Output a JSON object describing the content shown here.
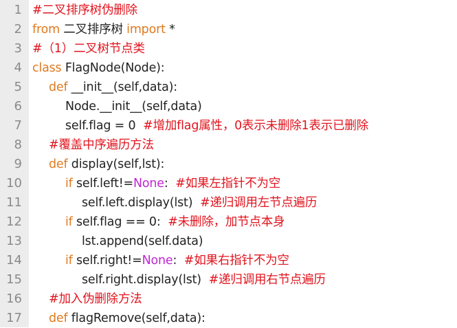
{
  "editor": {
    "colors": {
      "keyword": "#e07a1f",
      "comment": "#e0141e",
      "builtin": "#c026d3",
      "text": "#222222",
      "gutter_bg": "#ececec",
      "line_number": "#8a8a8a"
    },
    "lines": [
      {
        "num": "1",
        "indent": 0,
        "tokens": [
          {
            "t": "#二叉排序树伪删除",
            "k": "cm"
          }
        ]
      },
      {
        "num": "2",
        "indent": 0,
        "tokens": [
          {
            "t": "from",
            "k": "kw"
          },
          {
            "t": " 二叉排序树 ",
            "k": "tx"
          },
          {
            "t": "import",
            "k": "kw"
          },
          {
            "t": " *",
            "k": "tx"
          }
        ]
      },
      {
        "num": "3",
        "indent": 0,
        "tokens": [
          {
            "t": "#（1）二叉树节点类",
            "k": "cm"
          }
        ]
      },
      {
        "num": "4",
        "indent": 0,
        "tokens": [
          {
            "t": "class",
            "k": "kw"
          },
          {
            "t": " FlagNode(Node):",
            "k": "tx"
          }
        ]
      },
      {
        "num": "5",
        "indent": 1,
        "tokens": [
          {
            "t": "def",
            "k": "kw"
          },
          {
            "t": " __init__(self,data):",
            "k": "tx"
          }
        ]
      },
      {
        "num": "6",
        "indent": 2,
        "tokens": [
          {
            "t": "Node.__init__(self,data)",
            "k": "tx"
          }
        ]
      },
      {
        "num": "7",
        "indent": 2,
        "tokens": [
          {
            "t": "self.flag = 0  ",
            "k": "tx"
          },
          {
            "t": "#增加flag属性，0表示未删除1表示已删除",
            "k": "cm"
          }
        ]
      },
      {
        "num": "8",
        "indent": 1,
        "tokens": [
          {
            "t": "#覆盖中序遍历方法",
            "k": "cm"
          }
        ]
      },
      {
        "num": "9",
        "indent": 1,
        "tokens": [
          {
            "t": "def",
            "k": "kw"
          },
          {
            "t": " display(self,lst):",
            "k": "tx"
          }
        ]
      },
      {
        "num": "10",
        "indent": 2,
        "tokens": [
          {
            "t": "if",
            "k": "kw"
          },
          {
            "t": " self.left!=",
            "k": "tx"
          },
          {
            "t": "None",
            "k": "nm"
          },
          {
            "t": ":  ",
            "k": "tx"
          },
          {
            "t": "#如果左指针不为空",
            "k": "cm"
          }
        ]
      },
      {
        "num": "11",
        "indent": 3,
        "tokens": [
          {
            "t": "self.left.display(lst)  ",
            "k": "tx"
          },
          {
            "t": "#递归调用左节点遍历",
            "k": "cm"
          }
        ]
      },
      {
        "num": "12",
        "indent": 2,
        "tokens": [
          {
            "t": "if",
            "k": "kw"
          },
          {
            "t": " self.flag == 0:  ",
            "k": "tx"
          },
          {
            "t": "#未删除，加节点本身",
            "k": "cm"
          }
        ]
      },
      {
        "num": "13",
        "indent": 3,
        "tokens": [
          {
            "t": "lst.append(self.data)",
            "k": "tx"
          }
        ]
      },
      {
        "num": "14",
        "indent": 2,
        "tokens": [
          {
            "t": "if",
            "k": "kw"
          },
          {
            "t": " self.right!=",
            "k": "tx"
          },
          {
            "t": "None",
            "k": "nm"
          },
          {
            "t": ":  ",
            "k": "tx"
          },
          {
            "t": "#如果右指针不为空",
            "k": "cm"
          }
        ]
      },
      {
        "num": "15",
        "indent": 3,
        "tokens": [
          {
            "t": "self.right.display(lst)  ",
            "k": "tx"
          },
          {
            "t": "#递归调用右节点遍历",
            "k": "cm"
          }
        ]
      },
      {
        "num": "16",
        "indent": 1,
        "tokens": [
          {
            "t": "#加入伪删除方法",
            "k": "cm"
          }
        ]
      },
      {
        "num": "17",
        "indent": 1,
        "tokens": [
          {
            "t": "def",
            "k": "kw"
          },
          {
            "t": " flagRemove(self,data):",
            "k": "tx"
          }
        ]
      }
    ]
  }
}
